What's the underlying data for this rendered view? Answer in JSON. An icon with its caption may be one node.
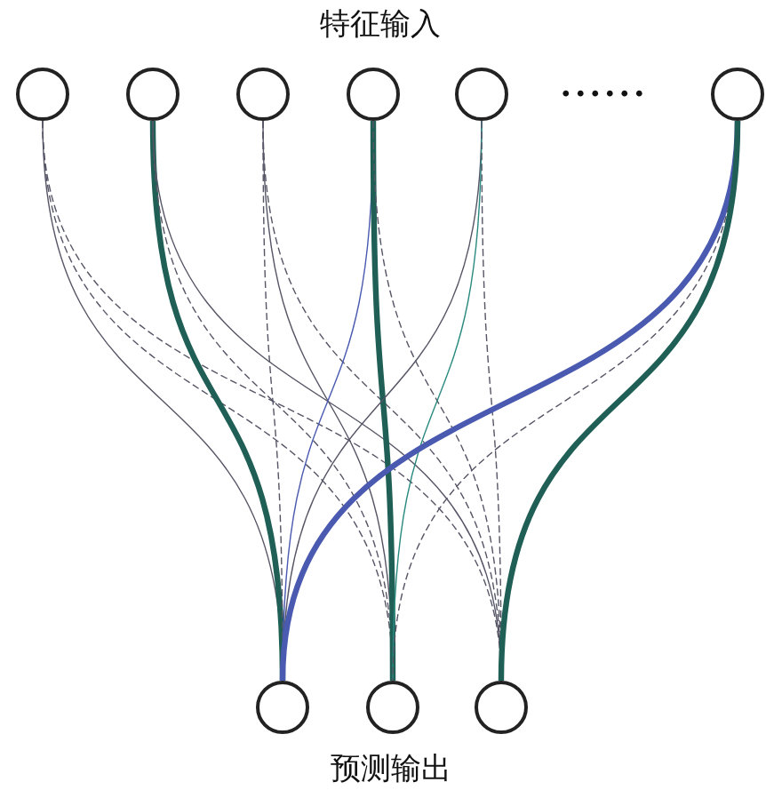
{
  "diagram": {
    "title": "特征输入",
    "nodes": [
      {
        "text": [],
        "shape": "circle"
      },
      {
        "text": [],
        "shape": "circle"
      },
      {
        "text": [],
        "shape": "circle"
      },
      {
        "text": [],
        "shape": "circle"
      },
      {
        "text": [],
        "shape": "circle"
      },
      {
        "text": [],
        "shape": "circle"
      },
      {
        "text": [],
        "shape": "circle"
      },
      {
        "text": [],
        "shape": "circle"
      },
      {
        "text": [],
        "shape": "circle"
      }
    ],
    "edges": [
      {
        "from": 0,
        "to": 6,
        "arrow": "none"
      },
      {
        "from": 0,
        "to": 7,
        "arrow": "none",
        "style": "dashed"
      },
      {
        "from": 0,
        "to": 8,
        "arrow": "none",
        "style": "dashed"
      },
      {
        "from": 1,
        "to": 6,
        "arrow": "none",
        "style": "thick",
        "color": "#1f5f55"
      },
      {
        "from": 1,
        "to": 7,
        "arrow": "none",
        "style": "dashed"
      },
      {
        "from": 1,
        "to": 8,
        "arrow": "none"
      },
      {
        "from": 2,
        "to": 6,
        "arrow": "none",
        "style": "dashed"
      },
      {
        "from": 2,
        "to": 7,
        "arrow": "none"
      },
      {
        "from": 2,
        "to": 8,
        "arrow": "none",
        "style": "dashed"
      },
      {
        "from": 3,
        "to": 6,
        "arrow": "none",
        "color": "#4a5ab0"
      },
      {
        "from": 3,
        "to": 7,
        "arrow": "none",
        "style": "thick",
        "color": "#1f5f55"
      },
      {
        "from": 3,
        "to": 8,
        "arrow": "none",
        "style": "dashed"
      },
      {
        "from": 4,
        "to": 6,
        "arrow": "none"
      },
      {
        "from": 4,
        "to": 7,
        "arrow": "none",
        "color": "#2a8a80"
      },
      {
        "from": 4,
        "to": 8,
        "arrow": "none",
        "style": "dashed"
      },
      {
        "from": 5,
        "to": 6,
        "arrow": "none",
        "style": "thick",
        "color": "#4a5ab0"
      },
      {
        "from": 5,
        "to": 7,
        "arrow": "none",
        "style": "dashed"
      },
      {
        "from": 5,
        "to": 8,
        "arrow": "none",
        "style": "thick",
        "color": "#1f5f55"
      }
    ],
    "labels": [
      "......",
      "预测输出"
    ]
  }
}
